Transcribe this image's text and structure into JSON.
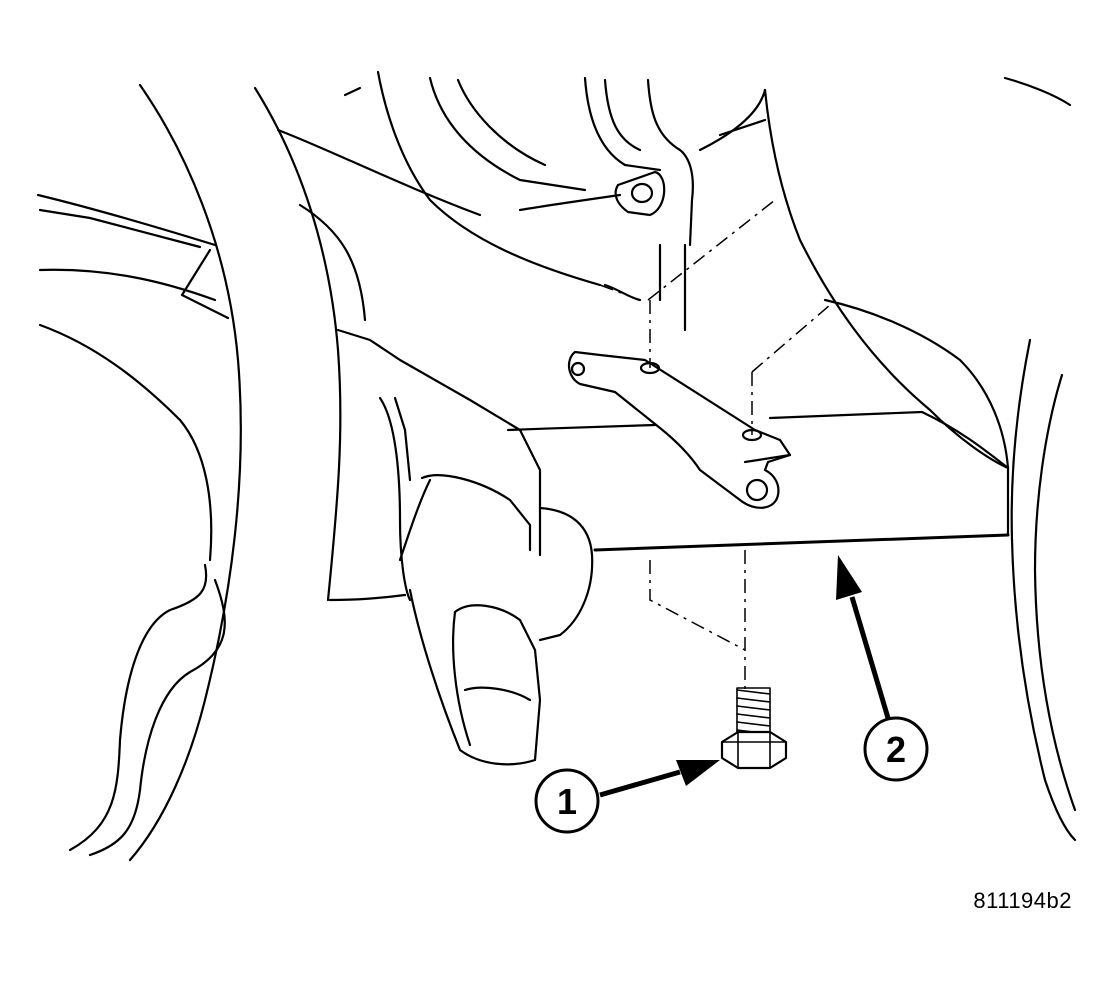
{
  "callouts": [
    {
      "id": "1",
      "label": "1"
    },
    {
      "id": "2",
      "label": "2"
    }
  ],
  "figure_id": "811194b2"
}
